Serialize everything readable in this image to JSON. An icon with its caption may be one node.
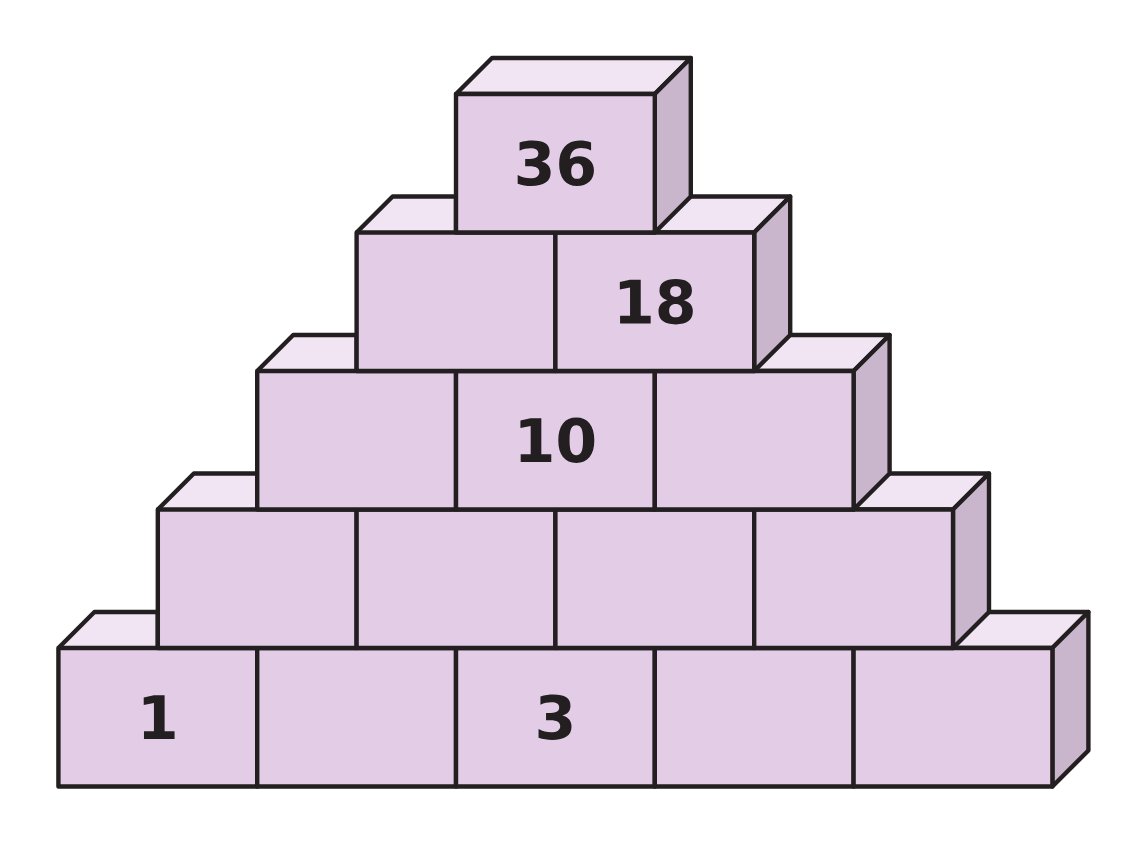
{
  "diagram": {
    "nodes": [
      {
        "text": [
          "36"
        ]
      },
      {
        "text": [],
        "shape": "box"
      },
      {
        "text": [
          "18"
        ]
      },
      {
        "text": [],
        "shape": "box"
      },
      {
        "text": [
          "10"
        ]
      },
      {
        "text": [],
        "shape": "box"
      },
      {
        "text": [],
        "shape": "box"
      },
      {
        "text": [],
        "shape": "box"
      },
      {
        "text": [],
        "shape": "box"
      },
      {
        "text": [],
        "shape": "box"
      },
      {
        "text": [
          "1"
        ]
      },
      {
        "text": [],
        "shape": "box"
      },
      {
        "text": [
          "3"
        ]
      },
      {
        "text": [],
        "shape": "box"
      },
      {
        "text": [],
        "shape": "box"
      }
    ]
  }
}
